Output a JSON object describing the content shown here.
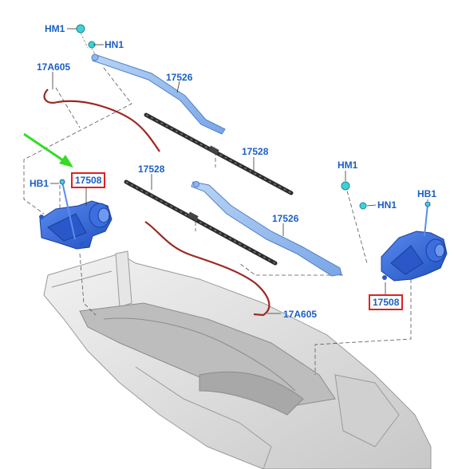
{
  "diagram": {
    "callouts": {
      "hm1_left": "HM1",
      "hn1_left": "HN1",
      "hose_top": "17A605",
      "arm_top": "17526",
      "blade_right": "17528",
      "blade_left": "17528",
      "motor_left": "17508",
      "hb1_left": "HB1",
      "hm1_right": "HM1",
      "arm_right": "17526",
      "hn1_right": "HN1",
      "hb1_right": "HB1",
      "motor_right": "17508",
      "hose_bottom": "17A605"
    },
    "highlighted_callouts": [
      "17508",
      "17508"
    ],
    "colors": {
      "callout_text": "#1a5fc4",
      "highlight_box": "#e02020",
      "pointer_arrow": "#33dd22",
      "part_blue": "#3b6fe0",
      "arm_light_blue": "#8fb8ec",
      "hose_red": "#9b2a22",
      "nut_cyan": "#40d0d8",
      "cowl_gray": "#d8d8d8"
    }
  }
}
